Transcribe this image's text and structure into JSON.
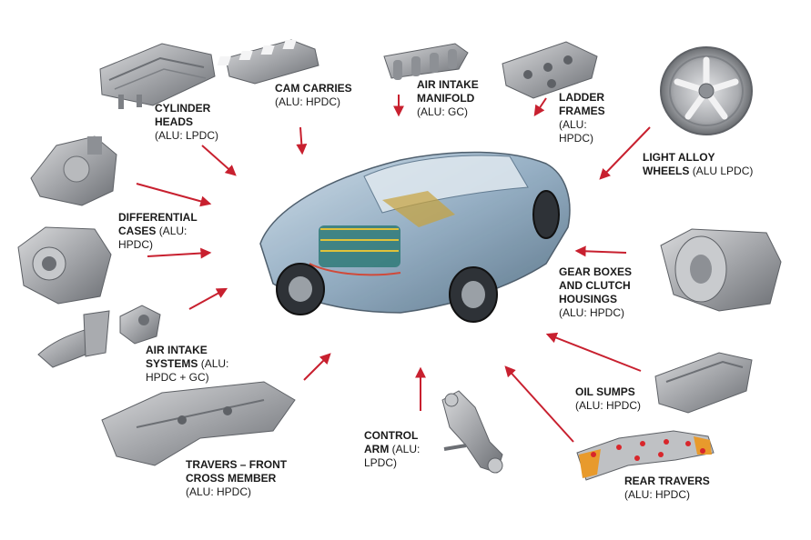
{
  "labels": {
    "cylinder_heads": {
      "title": "CYLINDER HEADS",
      "sub": "(ALU: LPDC)"
    },
    "cam_carries": {
      "title": "CAM CARRIES",
      "sub": "(ALU: HPDC)"
    },
    "air_intake_manifold": {
      "title_1": "AIR INTAKE",
      "title_2": "MANIFOLD",
      "sub": "(ALU: GC)"
    },
    "ladder_frames": {
      "title_1": "LADDER",
      "title_2": "FRAMES",
      "sub_1": "(ALU:",
      "sub_2": "HPDC)"
    },
    "light_alloy_wheels": {
      "title_1": "LIGHT ALLOY",
      "title_2": "WHEELS",
      "sub": "(ALU  LPDC)"
    },
    "differential_cases": {
      "title_1": "DIFFERENTIAL",
      "title_2": "CASES",
      "sub_1": "(ALU:",
      "sub_2": "HPDC)"
    },
    "gear_boxes": {
      "title_1": "GEAR BOXES",
      "title_2": "AND CLUTCH",
      "title_3": "HOUSINGS",
      "sub": "(ALU: HPDC)"
    },
    "air_intake_systems": {
      "title_1": "AIR INTAKE",
      "title_2": "SYSTEMS",
      "sub_1": "(ALU:",
      "sub_2": "HPDC + GC)"
    },
    "oil_sumps": {
      "title": "OIL SUMPS",
      "sub": "(ALU:  HPDC)"
    },
    "control_arm": {
      "title_1": "CONTROL",
      "title_2": "ARM",
      "sub_1": "(ALU:",
      "sub_2": "LPDC)"
    },
    "travers_front": {
      "title_1": "TRAVERS – FRONT",
      "title_2": "CROSS  MEMBER",
      "sub": "(ALU: HPDC)"
    },
    "rear_travers": {
      "title": "REAR TRAVERS",
      "sub": "(ALU: HPDC)"
    }
  },
  "colors": {
    "arrow": "#c8202f",
    "part_gray": "#9a9ca0",
    "part_dark": "#5e6166",
    "rear_travers_orange": "#e89a2c"
  }
}
